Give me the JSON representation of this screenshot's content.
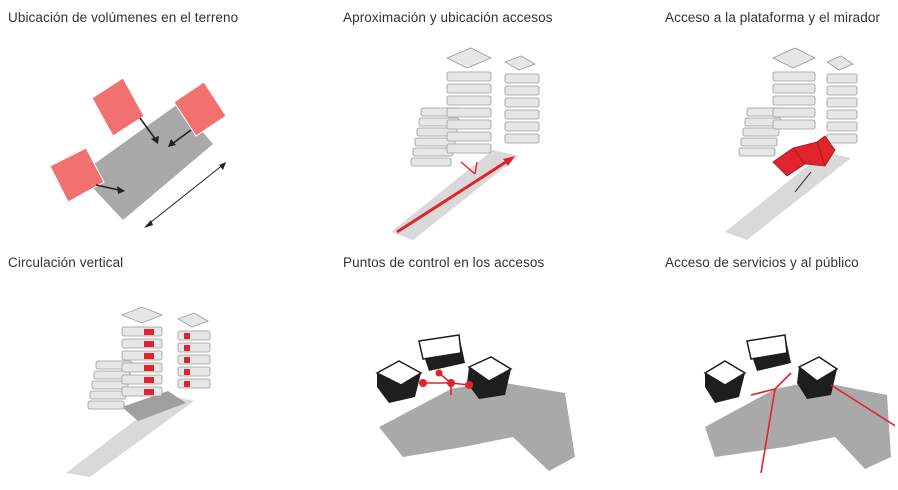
{
  "panels": [
    {
      "title": "Ubicación de volúmenes en el terreno"
    },
    {
      "title": "Aproximación y ubicación accesos"
    },
    {
      "title": "Acceso a la plataforma y el mirador"
    },
    {
      "title": "Circulación vertical"
    },
    {
      "title": "Puntos de control en los accesos"
    },
    {
      "title": "Acceso de servicios y al público"
    }
  ],
  "colors": {
    "accent_red": "#e0242b",
    "volume_red": "#f27070",
    "terrain_gray": "#a9a9a9",
    "building_gray": "#e6e6e6",
    "outline": "#9a9a9a",
    "dark_volume": "#1e1e1e",
    "text": "#333333"
  }
}
